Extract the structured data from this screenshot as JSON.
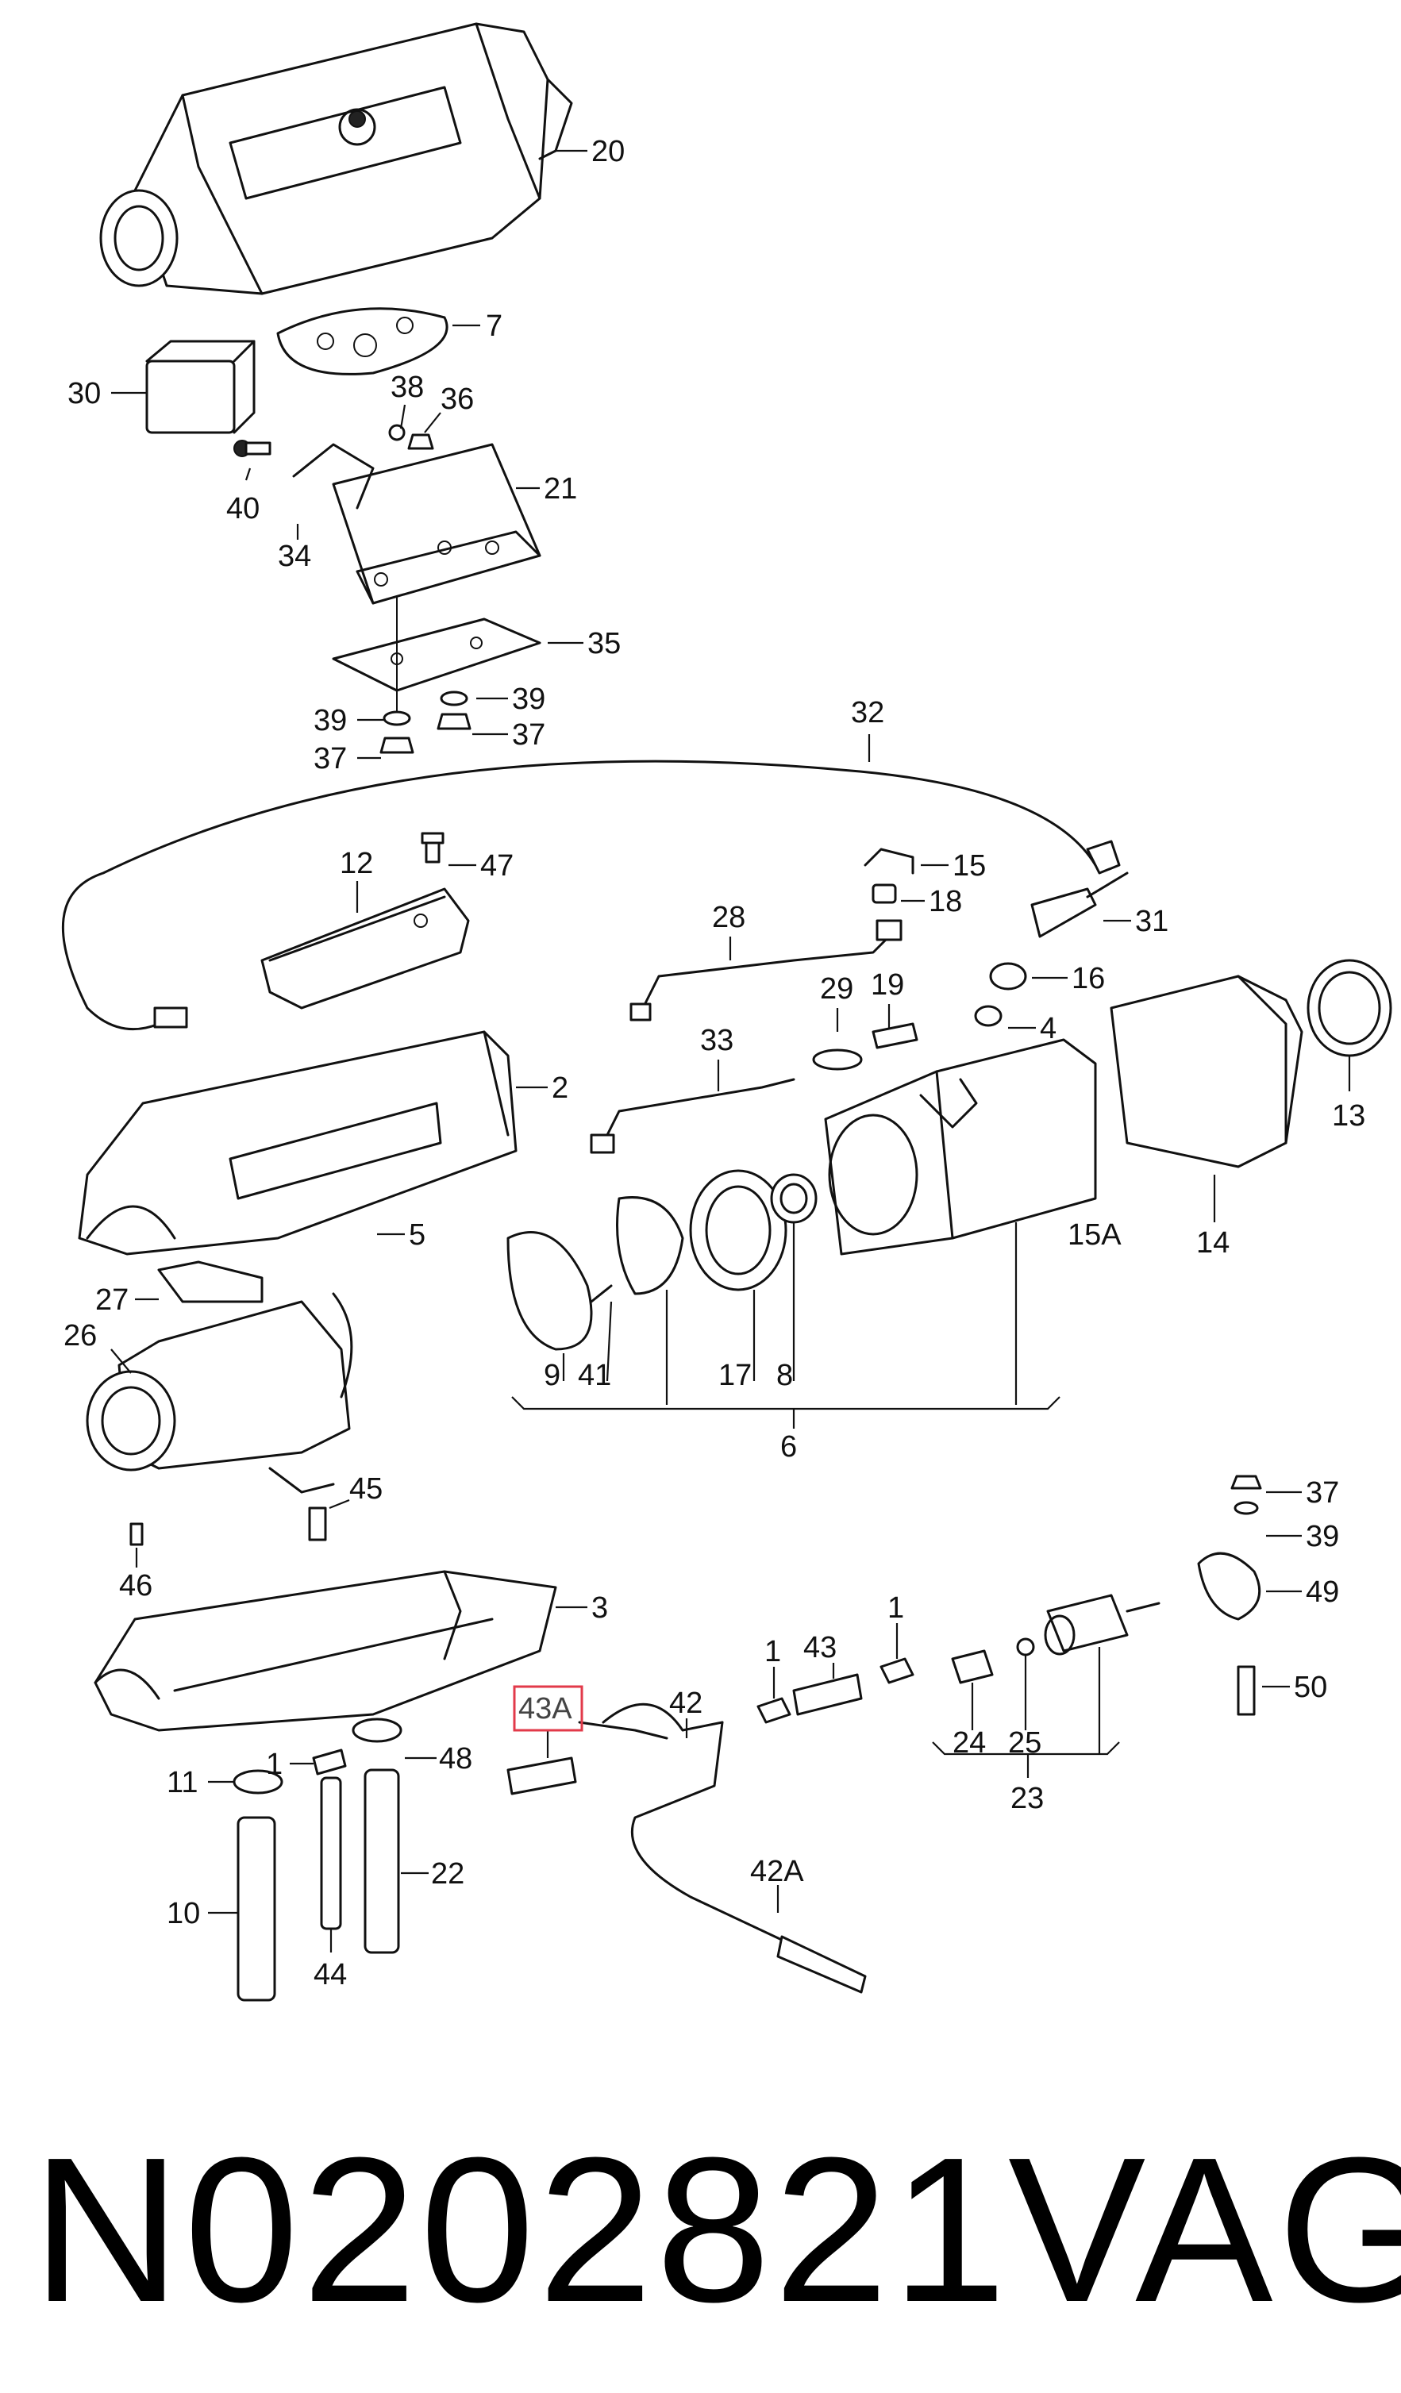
{
  "diagram": {
    "callouts": [
      {
        "id": "20",
        "text": "20"
      },
      {
        "id": "7",
        "text": "7"
      },
      {
        "id": "30",
        "text": "30"
      },
      {
        "id": "38",
        "text": "38"
      },
      {
        "id": "36",
        "text": "36"
      },
      {
        "id": "21",
        "text": "21"
      },
      {
        "id": "40",
        "text": "40"
      },
      {
        "id": "34",
        "text": "34"
      },
      {
        "id": "35",
        "text": "35"
      },
      {
        "id": "39a",
        "text": "39"
      },
      {
        "id": "39b",
        "text": "39"
      },
      {
        "id": "37a",
        "text": "37"
      },
      {
        "id": "37b",
        "text": "37"
      },
      {
        "id": "32",
        "text": "32"
      },
      {
        "id": "12",
        "text": "12"
      },
      {
        "id": "47",
        "text": "47"
      },
      {
        "id": "15",
        "text": "15"
      },
      {
        "id": "18",
        "text": "18"
      },
      {
        "id": "31",
        "text": "31"
      },
      {
        "id": "28",
        "text": "28"
      },
      {
        "id": "16",
        "text": "16"
      },
      {
        "id": "29",
        "text": "29"
      },
      {
        "id": "19",
        "text": "19"
      },
      {
        "id": "4",
        "text": "4"
      },
      {
        "id": "13",
        "text": "13"
      },
      {
        "id": "33",
        "text": "33"
      },
      {
        "id": "2",
        "text": "2"
      },
      {
        "id": "5",
        "text": "5"
      },
      {
        "id": "15A",
        "text": "15A"
      },
      {
        "id": "14",
        "text": "14"
      },
      {
        "id": "27",
        "text": "27"
      },
      {
        "id": "26",
        "text": "26"
      },
      {
        "id": "9",
        "text": "9"
      },
      {
        "id": "41",
        "text": "41"
      },
      {
        "id": "17",
        "text": "17"
      },
      {
        "id": "8",
        "text": "8"
      },
      {
        "id": "6",
        "text": "6"
      },
      {
        "id": "45",
        "text": "45"
      },
      {
        "id": "46",
        "text": "46"
      },
      {
        "id": "37c",
        "text": "37"
      },
      {
        "id": "39c",
        "text": "39"
      },
      {
        "id": "3",
        "text": "3"
      },
      {
        "id": "49",
        "text": "49"
      },
      {
        "id": "1a",
        "text": "1"
      },
      {
        "id": "1b",
        "text": "1"
      },
      {
        "id": "43",
        "text": "43"
      },
      {
        "id": "50",
        "text": "50"
      },
      {
        "id": "43A",
        "text": "43A"
      },
      {
        "id": "42",
        "text": "42"
      },
      {
        "id": "24",
        "text": "24"
      },
      {
        "id": "25",
        "text": "25"
      },
      {
        "id": "23",
        "text": "23"
      },
      {
        "id": "1c",
        "text": "1"
      },
      {
        "id": "48",
        "text": "48"
      },
      {
        "id": "11",
        "text": "11"
      },
      {
        "id": "22",
        "text": "22"
      },
      {
        "id": "42A",
        "text": "42A"
      },
      {
        "id": "10",
        "text": "10"
      },
      {
        "id": "44",
        "text": "44"
      }
    ],
    "highlight_color": "#e23a4a"
  },
  "footer": {
    "part_number": "N0202821",
    "brand": "VAG"
  }
}
